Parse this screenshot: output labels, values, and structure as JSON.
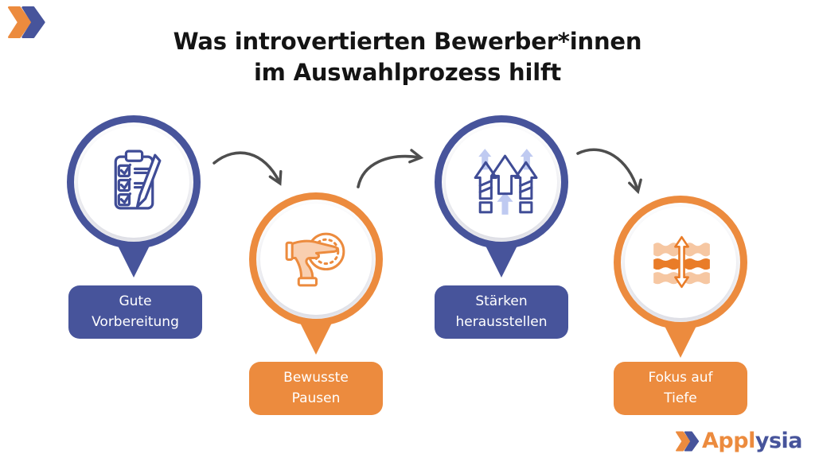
{
  "title": "Was introvertierten Bewerber*innen\nim Auswahlprozess hilft",
  "colors": {
    "blue": "#47549B",
    "blue_icon": "#3F4C96",
    "blue_light": "#BFCAF1",
    "orange": "#EC8B3E",
    "orange_deep": "#E97C28",
    "orange_light": "#F6C7A2",
    "hand_fill": "#F9CFB0",
    "arrow_gray": "#4E4E4E",
    "title_color": "#141414",
    "white": "#FFFFFF"
  },
  "brand": {
    "name": "Applysia",
    "logo_text_primary": "Appl",
    "logo_text_secondary": "ysia"
  },
  "steps": [
    {
      "label": "Gute\nVorbereitung",
      "color": "#47549B",
      "theme": "blue",
      "icon": "checklist-icon"
    },
    {
      "label": "Bewusste\nPausen",
      "color": "#EC8B3E",
      "theme": "orange",
      "icon": "pause-clock-icon"
    },
    {
      "label": "Stärken\nherausstellen",
      "color": "#47549B",
      "theme": "blue",
      "icon": "arrows-up-icon"
    },
    {
      "label": "Fokus auf\nTiefe",
      "color": "#EC8B3E",
      "theme": "orange",
      "icon": "depth-layers-icon"
    }
  ]
}
